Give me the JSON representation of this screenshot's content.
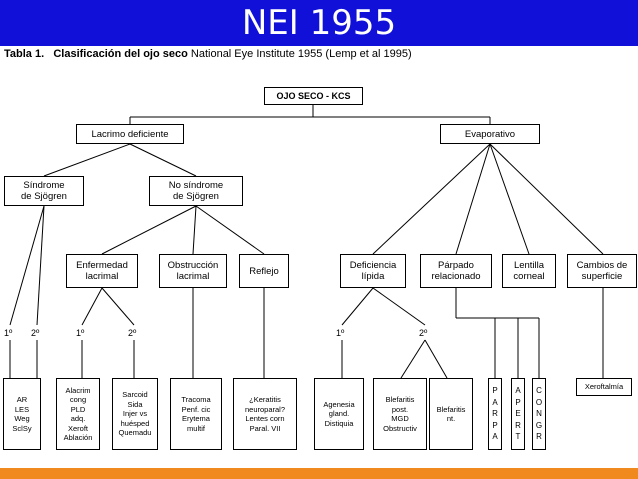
{
  "slide_title": "NEI 1955",
  "caption": {
    "table_label": "Tabla 1.",
    "table_title": "Clasificación del ojo seco",
    "source": "National Eye Institute 1955 (Lemp et al 1995)"
  },
  "boxes": {
    "root": "OJO SECO - KCS",
    "lacrimo": "Lacrimo deficiente",
    "evaporativo": "Evaporativo",
    "sindrome": "Síndrome\nde Sjögren",
    "no_sindrome": "No síndrome\nde Sjögren",
    "enfermedad": "Enfermedad\nlacrimal",
    "obstruccion": "Obstrucción\nlacrimal",
    "reflejo": "Reflejo",
    "deficiencia": "Deficiencia\nlípida",
    "parpado": "Párpado\nrelacionado",
    "lentilla": "Lentilla\ncorneal",
    "cambios": "Cambios de\nsuperficie",
    "ar": "AR\nLES\nWeg\nSclSy",
    "alacrim": "Alacrim\ncong\nPLD\nadq.\nXeroft\nAblación",
    "sarcoid": "Sarcoid\nSida\nInjer vs\nhuésped\nQuemadu",
    "tracoma": "Tracoma\nPenf. cic\nErytema\nmultif",
    "keratitis": "¿Keratitis\nneuroparal?\nLentes corn\nParal. VII",
    "agenesia": "Agenesia\ngland.\nDistiquia",
    "blef1": "Blefaritis\npost.\nMGD\nObstructiv",
    "blef2": "Blefaritis\nnt.",
    "parpa": "P\nA\nR\nP\nA",
    "apert": "A\nP\nE\nR\nT",
    "congr": "C\nO\nN\nG\nR",
    "xeroftalmia": "Xeroftalmía"
  },
  "labels": {
    "primary": "1º",
    "secondary": "2º"
  },
  "colors": {
    "title_bar": "#1010d8",
    "bottom_bar": "#f08a1e"
  }
}
